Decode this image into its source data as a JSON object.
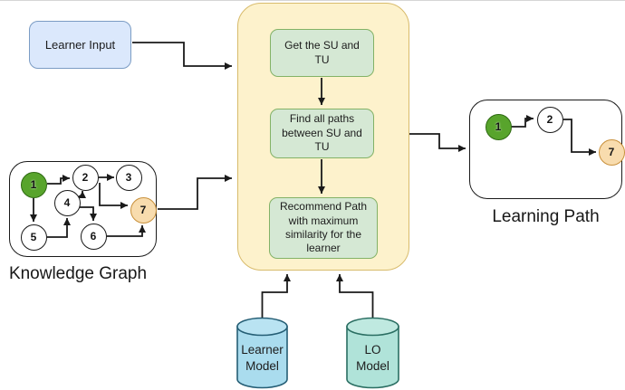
{
  "learner_input": {
    "label": "Learner Input"
  },
  "process_box": {
    "steps": [
      {
        "label": "Get the SU and TU"
      },
      {
        "label": "Find all paths between SU and TU"
      },
      {
        "label": "Recommend Path with maximum similarity for the learner"
      }
    ]
  },
  "knowledge_graph": {
    "caption": "Knowledge Graph",
    "nodes": [
      {
        "label": "1",
        "kind": "start"
      },
      {
        "label": "2",
        "kind": "normal"
      },
      {
        "label": "3",
        "kind": "normal"
      },
      {
        "label": "4",
        "kind": "normal"
      },
      {
        "label": "5",
        "kind": "normal"
      },
      {
        "label": "6",
        "kind": "normal"
      },
      {
        "label": "7",
        "kind": "target"
      }
    ],
    "edges": [
      "1-2",
      "2-3",
      "1-5",
      "5-4",
      "4-2",
      "2-7",
      "4-6",
      "6-7"
    ]
  },
  "learning_path": {
    "caption": "Learning Path",
    "nodes": [
      {
        "label": "1",
        "kind": "start"
      },
      {
        "label": "2",
        "kind": "normal"
      },
      {
        "label": "7",
        "kind": "target"
      }
    ],
    "edges": [
      "1-2",
      "2-7"
    ]
  },
  "databases": [
    {
      "label": "Learner Model"
    },
    {
      "label": "LO Model"
    }
  ],
  "colors": {
    "start_node_fill": "#58a42c",
    "target_node_fill": "#f8dcae",
    "process_step_fill": "#d5e8d4",
    "process_step_border": "#83b266",
    "process_container_fill": "#fdf2cc",
    "process_container_border": "#d8bb6b",
    "learner_input_fill": "#dbe8fc",
    "learner_input_border": "#7b9cc4",
    "learner_db_fill": "#aadcee",
    "lo_db_fill": "#b0e3d9",
    "arrow": "#1a1a1a"
  }
}
